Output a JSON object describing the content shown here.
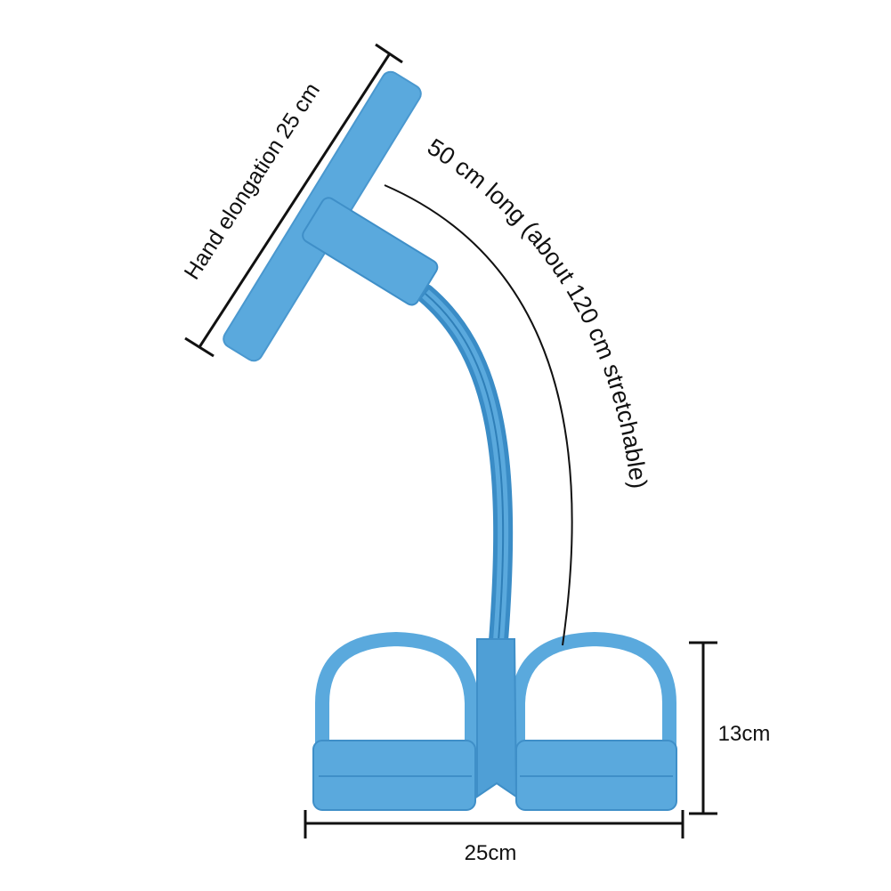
{
  "labels": {
    "handle_length": "Hand elongation 25 cm",
    "band_length": "50 cm long (about 120 cm stretchable)",
    "width": "25cm",
    "height": "13cm"
  },
  "colors": {
    "product": "#5aa9dd",
    "product_dark": "#3a8cc6",
    "line": "#111111"
  }
}
